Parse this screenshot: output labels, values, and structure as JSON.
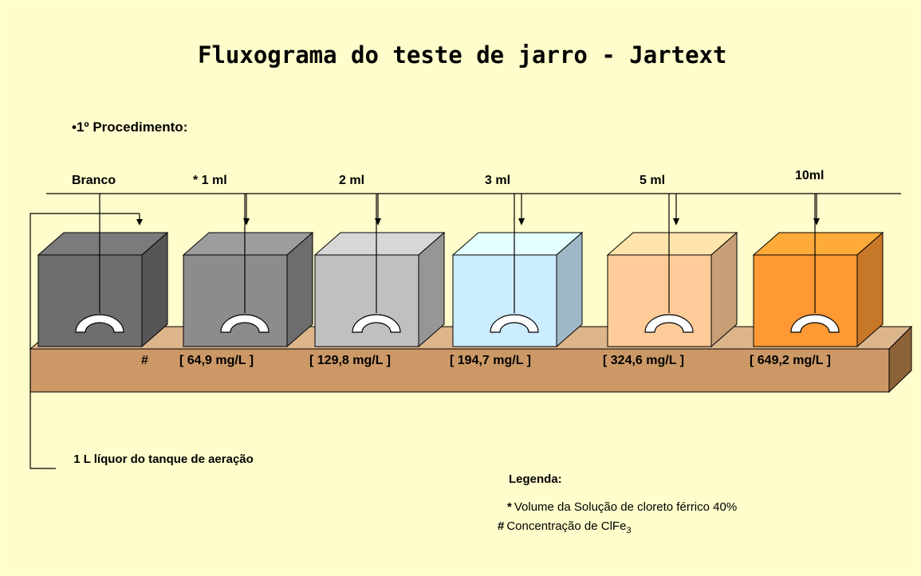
{
  "title": "Fluxograma do teste de jarro - Jartext",
  "procedure": "•1º Procedimento:",
  "jars": [
    {
      "dose": "Branco",
      "concentration": "#",
      "color": "#6E6E6E"
    },
    {
      "dose": "*  1 ml",
      "concentration": "[ 64,9 mg/L ]",
      "color": "#8C8C8C"
    },
    {
      "dose": "2 ml",
      "concentration": "[ 129,8 mg/L ]",
      "color": "#C0C0C0"
    },
    {
      "dose": "3 ml",
      "concentration": "[ 194,7 mg/L ]",
      "color": "#CCECFF"
    },
    {
      "dose": "5 ml",
      "concentration": "[ 324,6 mg/L ]",
      "color": "#FFCC99"
    },
    {
      "dose": "10ml",
      "concentration": "[ 649,2 mg/L ]",
      "color": "#FF9933"
    }
  ],
  "source_label": "1 L líquor do tanque de aeração",
  "legend": {
    "title": "Legenda:",
    "items": [
      {
        "symbol": "*",
        "text": "Volume da Solução de cloreto férrico 40%"
      },
      {
        "symbol": "#",
        "text": "Concentração de ClFe",
        "subscript": "3"
      }
    ]
  },
  "colors": {
    "background": "#FFFDCB",
    "bench": "#CC9966"
  }
}
